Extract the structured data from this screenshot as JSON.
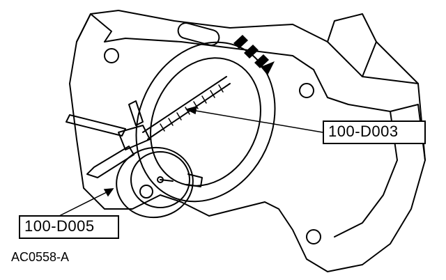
{
  "callouts": {
    "dial_indicator_tool": "100-D003",
    "magnetic_base_tool": "100-D005"
  },
  "figure_id": "AC0558-A",
  "icons": [
    "direction-arrow-icon"
  ],
  "colors": {
    "ink": "#000000",
    "paper": "#ffffff"
  }
}
